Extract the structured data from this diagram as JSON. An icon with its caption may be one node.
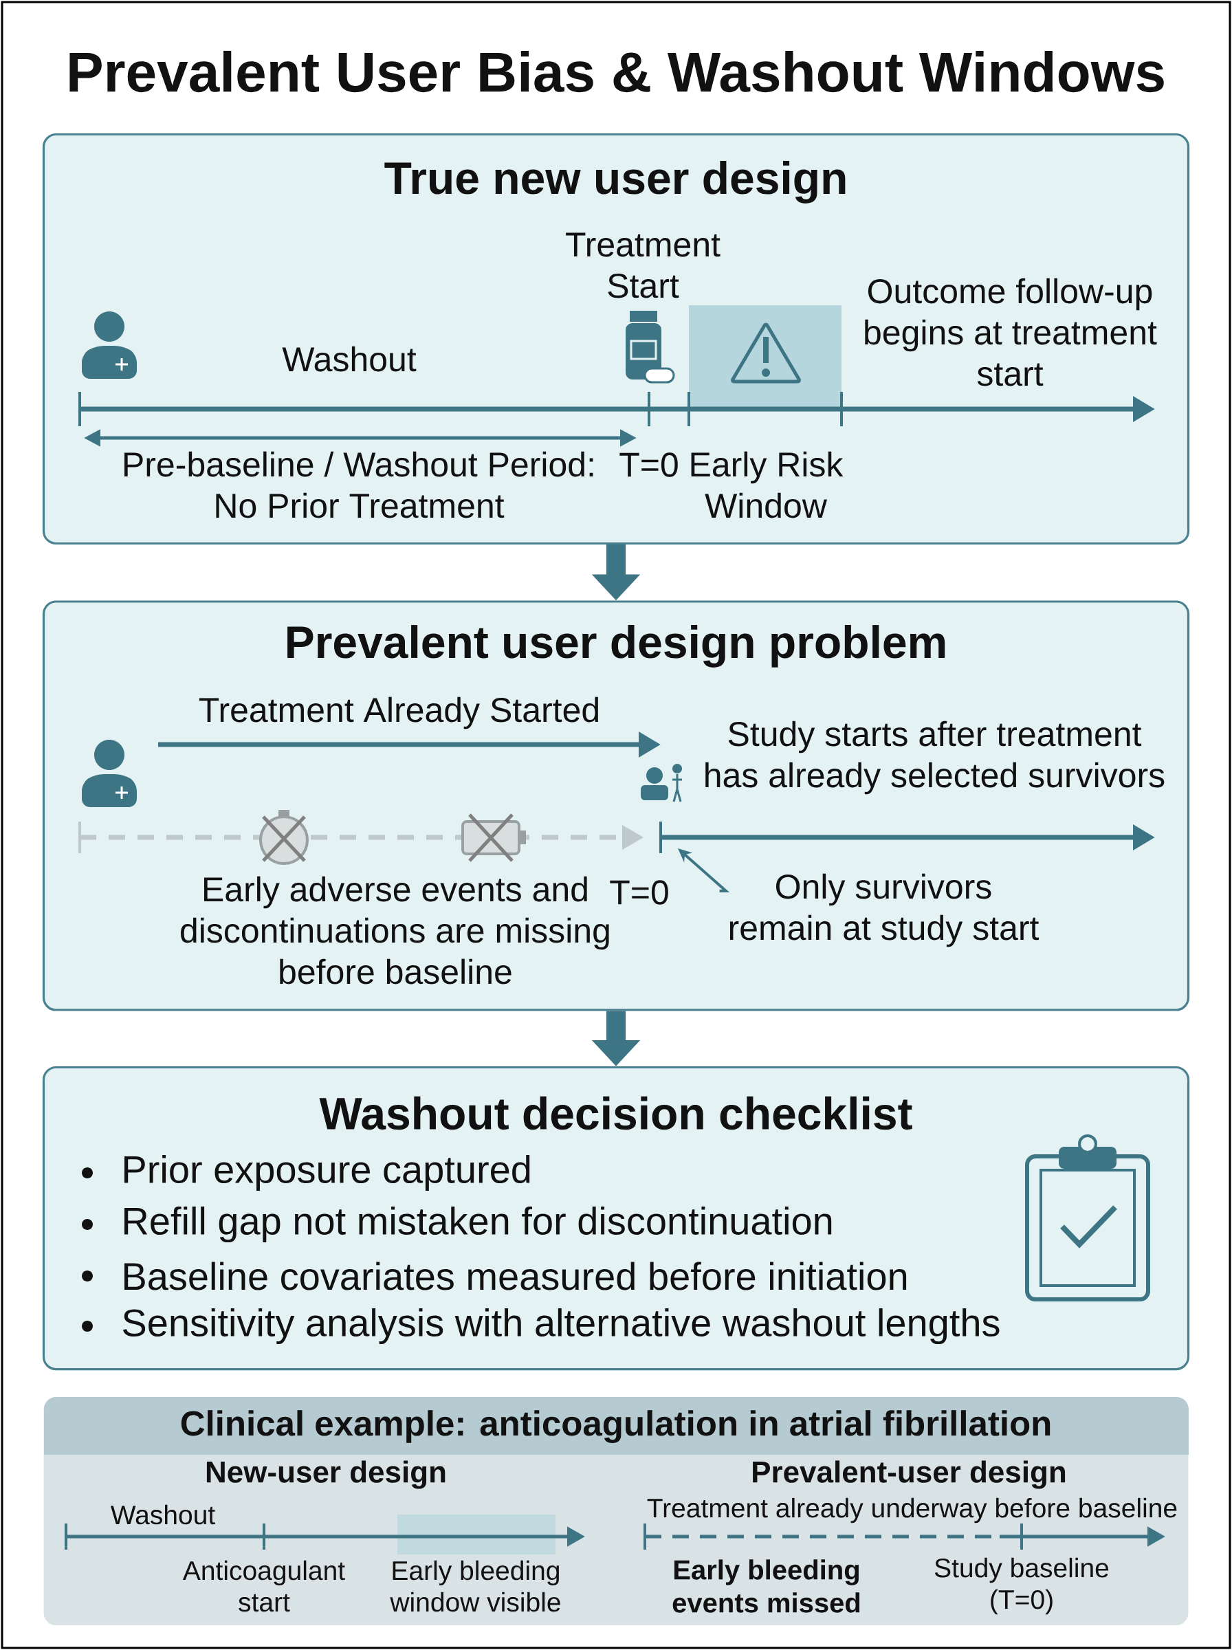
{
  "diagram": {
    "title": "Prevalent User Bias & Washout Windows",
    "nodes": [
      {
        "text": [
          "True new user design"
        ]
      },
      {
        "text": [
          "Prevalent user design problem"
        ]
      },
      {
        "text": [
          "Washout decision checklist",
          "Prior exposure captured",
          "Refill gap not mistaken for discontinuation",
          "Baseline covariates measured before initiation",
          "Sensitivity analysis with alternative washout lengths"
        ]
      },
      {
        "text": [
          "Clinical example: anticoagulation in atrial fibrillation"
        ]
      },
      {
        "text": [
          "Only survivors remain at study start"
        ],
        "in": 1
      }
    ],
    "edges": [
      {
        "from": 0,
        "to": 1,
        "arrow": "to"
      },
      {
        "from": 1,
        "to": 2,
        "arrow": "to"
      },
      {
        "from": 4,
        "to": null,
        "arrow": "to"
      }
    ],
    "labels": [
      "Treatment Start",
      "Outcome follow-up begins at treatment start",
      "Washout",
      "Pre-baseline / Washout Period: No Prior Treatment",
      "T=0",
      "Early Risk Window",
      "Treatment Already Started",
      "Study starts after treatment has already selected survivors",
      "Early adverse events and discontinuations are missing before baseline",
      "T=0",
      "New-user design",
      "Prevalent-user design",
      "Washout",
      "Treatment already underway before baseline",
      "Anticoagulant start",
      "Early bleeding window visible",
      "Early bleeding events missed",
      "Study baseline (T=0)"
    ]
  }
}
